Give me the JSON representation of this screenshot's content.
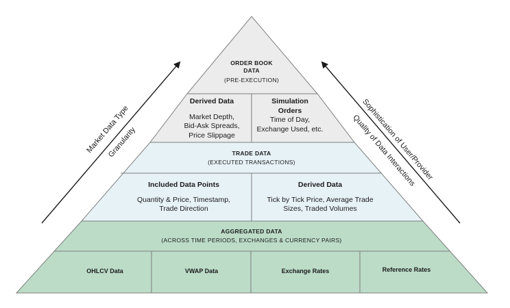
{
  "colors": {
    "top_fill": "#ececec",
    "middle_fill": "#e7f2f7",
    "bottom_fill": "#bcdcc8",
    "outline": "#7d7d7d",
    "arrow": "#1a1a1a"
  },
  "top_tier": {
    "title": "ORDER BOOK",
    "title2": "DATA",
    "subtitle": "(PRE-EXECUTION)",
    "left": {
      "heading": "Derived Data",
      "line1": "Market Depth,",
      "line2": "Bid-Ask Spreads,",
      "line3": "Price Slippage"
    },
    "right": {
      "heading1": "Simulation",
      "heading2": "Orders",
      "line1": "Time of Day,",
      "line2": "Exchange Used, etc."
    }
  },
  "middle_tier": {
    "title": "TRADE DATA",
    "subtitle": "(EXECUTED TRANSACTIONS)",
    "left": {
      "heading": "Included Data Points",
      "line1": "Quantity & Price, Timestamp,",
      "line2": "Trade Direction"
    },
    "right": {
      "heading": "Derived Data",
      "line1": "Tick by Tick Price, Average Trade",
      "line2": "Sizes, Traded Volumes"
    }
  },
  "bottom_tier": {
    "title": "AGGREGATED DATA",
    "subtitle": "(ACROSS TIME PERIODS, EXCHANGES & CURRENCY PAIRS)",
    "cells": [
      "OHLCV Data",
      "VWAP Data",
      "Exchange Rates",
      "Reference Rates"
    ]
  },
  "left_axis": {
    "line1": "Market Data Type",
    "line2": "Granularity"
  },
  "right_axis": {
    "line1": "Sophistication of User/Provider",
    "line2": "Quality of Data Interactions"
  }
}
